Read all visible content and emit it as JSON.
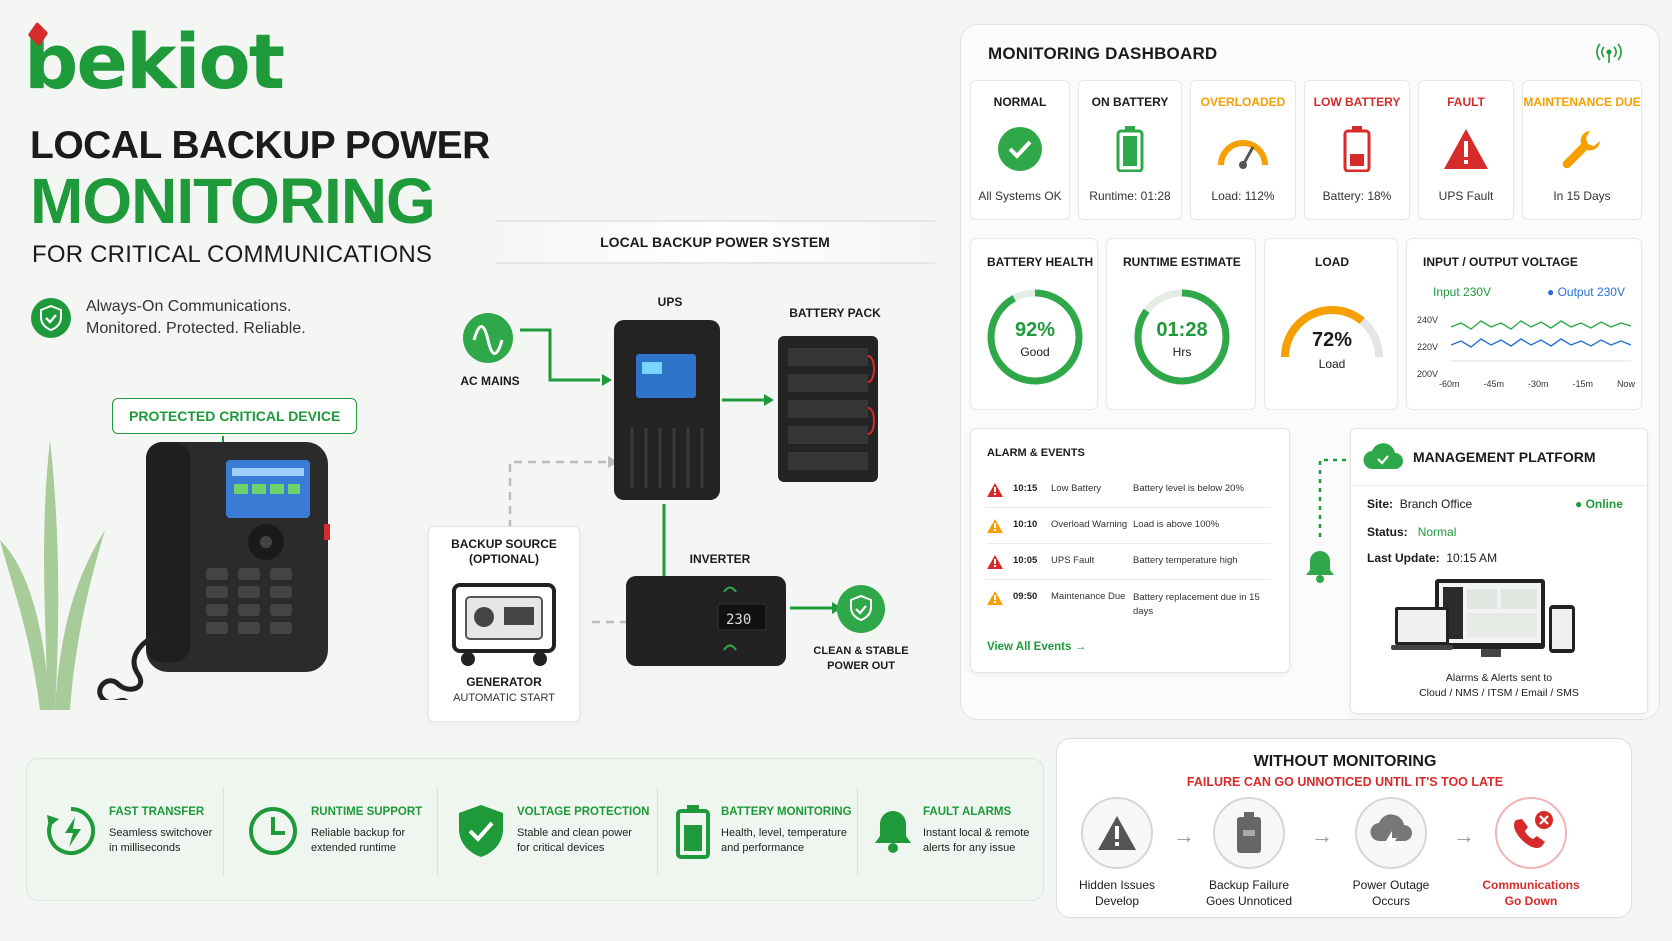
{
  "brand": {
    "logo": "bekiot",
    "accent": "#1e9a3a",
    "alert": "#d62b2b",
    "warning": "#f5a000"
  },
  "hero": {
    "line1": "LOCAL BACKUP POWER",
    "line2": "MONITORING",
    "line3": "FOR CRITICAL COMMUNICATIONS",
    "tag1": "Always-On Communications.",
    "tag2": "Monitored. Protected. Reliable.",
    "device_label": "PROTECTED CRITICAL DEVICE"
  },
  "system": {
    "title": "LOCAL BACKUP POWER SYSTEM",
    "ac": "AC MAINS",
    "ups": "UPS",
    "battery": "BATTERY PACK",
    "inverter": "INVERTER",
    "backup_title1": "BACKUP SOURCE",
    "backup_title2": "(OPTIONAL)",
    "generator": "GENERATOR",
    "generator_sub": "AUTOMATIC START",
    "out1": "CLEAN & STABLE",
    "out2": "POWER OUT",
    "inverter_display": "230"
  },
  "dashboard": {
    "title": "MONITORING DASHBOARD",
    "statuses": [
      {
        "label": "NORMAL",
        "value": "All Systems OK",
        "icon": "check-circle-icon",
        "color": "#1b1b1b"
      },
      {
        "label": "ON BATTERY",
        "value": "Runtime: 01:28",
        "icon": "battery-full-icon",
        "color": "#1b1b1b"
      },
      {
        "label": "OVERLOADED",
        "value": "Load: 112%",
        "icon": "gauge-icon",
        "color": "#f5a000"
      },
      {
        "label": "LOW BATTERY",
        "value": "Battery: 18%",
        "icon": "battery-low-icon",
        "color": "#d62b2b"
      },
      {
        "label": "FAULT",
        "value": "UPS Fault",
        "icon": "warning-icon",
        "color": "#d62b2b"
      },
      {
        "label": "MAINTENANCE DUE",
        "value": "In 15 Days",
        "icon": "wrench-icon",
        "color": "#f5a000"
      }
    ],
    "battery_health": {
      "title": "BATTERY HEALTH",
      "value": "92%",
      "label": "Good",
      "fraction": 0.92
    },
    "runtime": {
      "title": "RUNTIME ESTIMATE",
      "value": "01:28",
      "label": "Hrs",
      "fraction": 0.85
    },
    "load": {
      "title": "LOAD",
      "value": "72%",
      "label": "Load",
      "fraction": 0.72
    },
    "voltage": {
      "title": "INPUT / OUTPUT VOLTAGE",
      "input": "Input 230V",
      "output": "Output 230V",
      "y": [
        "240V",
        "220V",
        "200V"
      ],
      "x": [
        "-60m",
        "-45m",
        "-30m",
        "-15m",
        "Now"
      ]
    },
    "alarms": {
      "title": "ALARM & EVENTS",
      "link": "View All Events",
      "rows": [
        {
          "time": "10:15",
          "type": "Low Battery",
          "desc": "Battery level is below 20%",
          "severity": "critical"
        },
        {
          "time": "10:10",
          "type": "Overload Warning",
          "desc": "Load is above 100%",
          "severity": "warning"
        },
        {
          "time": "10:05",
          "type": "UPS Fault",
          "desc": "Battery temperature high",
          "severity": "critical"
        },
        {
          "time": "09:50",
          "type": "Maintenance Due",
          "desc": "Battery replacement due in 15 days",
          "severity": "warning"
        }
      ]
    },
    "mgmt": {
      "title": "MANAGEMENT PLATFORM",
      "site_label": "Site:",
      "site": "Branch Office",
      "online": "Online",
      "status_label": "Status:",
      "status": "Normal",
      "update_label": "Last Update:",
      "update": "10:15 AM",
      "foot1": "Alarms & Alerts sent to",
      "foot2": "Cloud / NMS / ITSM / Email / SMS"
    }
  },
  "features": [
    {
      "title": "FAST TRANSFER",
      "d1": "Seamless switchover",
      "d2": "in milliseconds",
      "icon": "fast-transfer-icon"
    },
    {
      "title": "RUNTIME SUPPORT",
      "d1": "Reliable backup for",
      "d2": "extended runtime",
      "icon": "clock-icon"
    },
    {
      "title": "VOLTAGE PROTECTION",
      "d1": "Stable and clean power",
      "d2": "for critical devices",
      "icon": "shield-check-icon"
    },
    {
      "title": "BATTERY MONITORING",
      "d1": "Health, level, temperature",
      "d2": "and performance",
      "icon": "battery-icon"
    },
    {
      "title": "FAULT ALARMS",
      "d1": "Instant local & remote",
      "d2": "alerts for any issue",
      "icon": "bell-icon"
    }
  ],
  "without": {
    "title": "WITHOUT MONITORING",
    "subtitle": "FAILURE CAN GO UNNOTICED UNTIL IT'S TOO LATE",
    "steps": [
      {
        "l1": "Hidden Issues",
        "l2": "Develop",
        "icon": "warning-icon"
      },
      {
        "l1": "Backup Failure",
        "l2": "Goes Unnoticed",
        "icon": "battery-icon"
      },
      {
        "l1": "Power Outage",
        "l2": "Occurs",
        "icon": "cloud-lightning-icon"
      },
      {
        "l1": "Communications",
        "l2": "Go Down",
        "icon": "phone-off-icon"
      }
    ]
  }
}
